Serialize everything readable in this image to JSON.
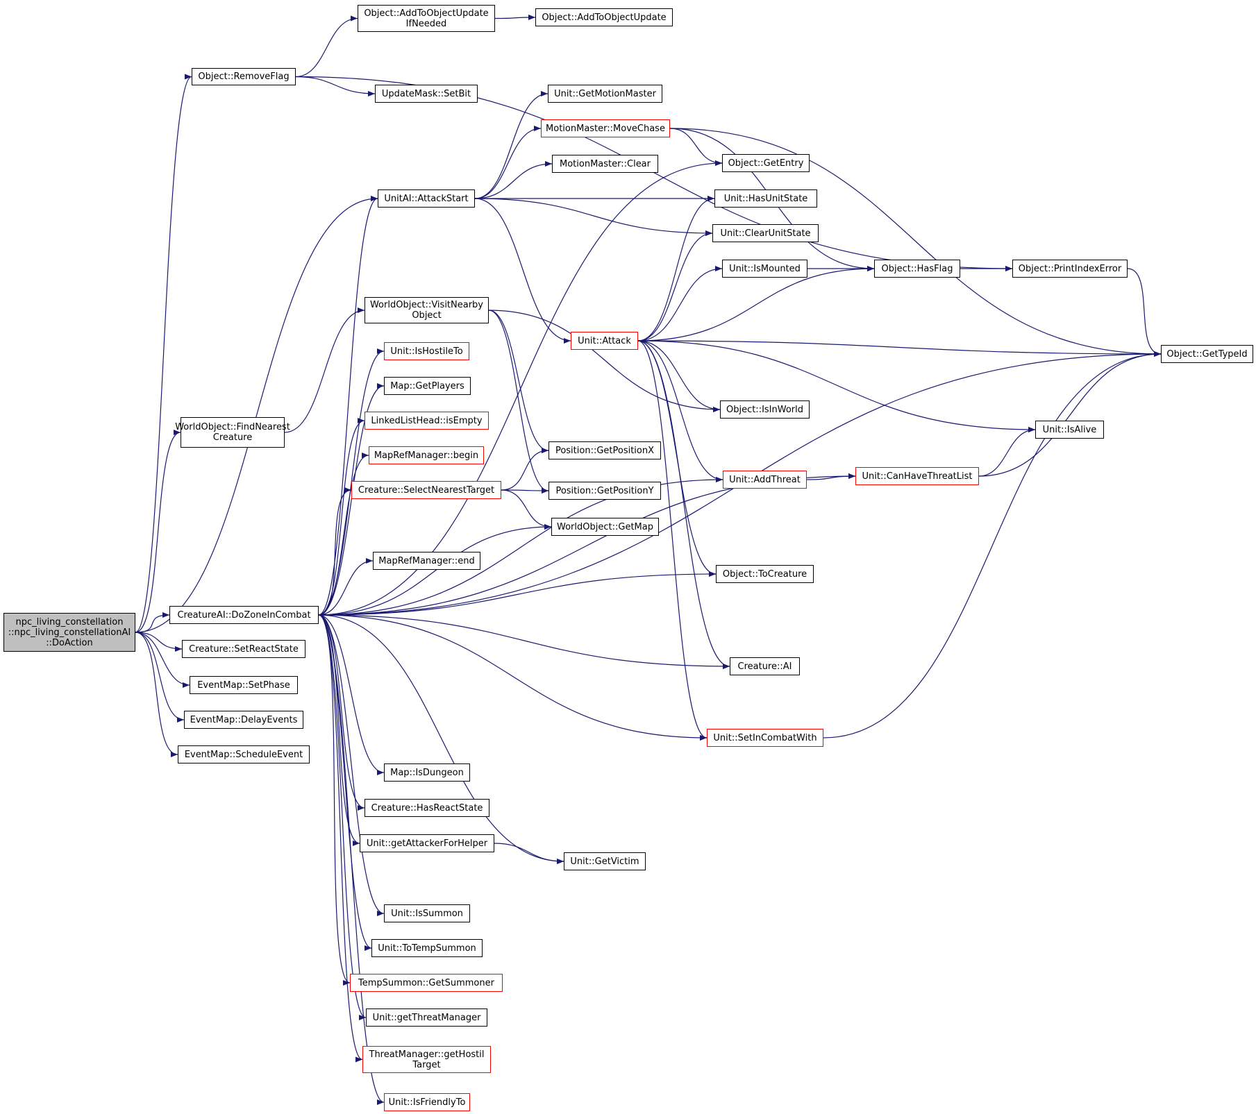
{
  "diagram": {
    "edge_color": "#191970",
    "node_border_color": "#000000",
    "truncated_border_color": "#ff0000",
    "root_fill": "#bfbfbf",
    "nodes": [
      {
        "id": "root",
        "lines": [
          "npc_living_constellation",
          "::npc_living_constellationAI",
          "::DoAction"
        ],
        "style": "root"
      },
      {
        "id": "removeflag",
        "lines": [
          "Object::RemoveFlag"
        ],
        "style": "normal"
      },
      {
        "id": "addtoupdateifneeded",
        "lines": [
          "Object::AddToObjectUpdate",
          "IfNeeded"
        ],
        "style": "normal"
      },
      {
        "id": "addtoupdate",
        "lines": [
          "Object::AddToObjectUpdate"
        ],
        "style": "normal"
      },
      {
        "id": "setbit",
        "lines": [
          "UpdateMask::SetBit"
        ],
        "style": "normal"
      },
      {
        "id": "findnearest",
        "lines": [
          "WorldObject::FindNearest",
          "Creature"
        ],
        "style": "normal"
      },
      {
        "id": "dozone",
        "lines": [
          "CreatureAI::DoZoneInCombat"
        ],
        "style": "normal"
      },
      {
        "id": "setreactstate",
        "lines": [
          "Creature::SetReactState"
        ],
        "style": "normal"
      },
      {
        "id": "setphase",
        "lines": [
          "EventMap::SetPhase"
        ],
        "style": "normal"
      },
      {
        "id": "delayevents",
        "lines": [
          "EventMap::DelayEvents"
        ],
        "style": "normal"
      },
      {
        "id": "scheduleevent",
        "lines": [
          "EventMap::ScheduleEvent"
        ],
        "style": "normal"
      },
      {
        "id": "attackstart",
        "lines": [
          "UnitAI::AttackStart"
        ],
        "style": "normal"
      },
      {
        "id": "visitnearby",
        "lines": [
          "WorldObject::VisitNearby",
          "Object"
        ],
        "style": "normal"
      },
      {
        "id": "ishostileto",
        "lines": [
          "Unit::IsHostileTo"
        ],
        "style": "truncated"
      },
      {
        "id": "getplayers",
        "lines": [
          "Map::GetPlayers"
        ],
        "style": "normal"
      },
      {
        "id": "isempty",
        "lines": [
          "LinkedListHead::isEmpty"
        ],
        "style": "truncated"
      },
      {
        "id": "begin",
        "lines": [
          "MapRefManager::begin"
        ],
        "style": "truncated"
      },
      {
        "id": "selectnearest",
        "lines": [
          "Creature::SelectNearestTarget"
        ],
        "style": "truncated"
      },
      {
        "id": "end",
        "lines": [
          "MapRefManager::end"
        ],
        "style": "normal"
      },
      {
        "id": "isdungeon",
        "lines": [
          "Map::IsDungeon"
        ],
        "style": "normal"
      },
      {
        "id": "hasreactstate",
        "lines": [
          "Creature::HasReactState"
        ],
        "style": "normal"
      },
      {
        "id": "getattacker",
        "lines": [
          "Unit::getAttackerForHelper"
        ],
        "style": "normal"
      },
      {
        "id": "issummon",
        "lines": [
          "Unit::IsSummon"
        ],
        "style": "normal"
      },
      {
        "id": "totempsummon",
        "lines": [
          "Unit::ToTempSummon"
        ],
        "style": "normal"
      },
      {
        "id": "getsummoner",
        "lines": [
          "TempSummon::GetSummoner"
        ],
        "style": "truncated"
      },
      {
        "id": "getthreatmanager",
        "lines": [
          "Unit::getThreatManager"
        ],
        "style": "normal"
      },
      {
        "id": "gethostil",
        "lines": [
          "ThreatManager::getHostil",
          "Target"
        ],
        "style": "truncated"
      },
      {
        "id": "isfriendlyto",
        "lines": [
          "Unit::IsFriendlyTo"
        ],
        "style": "truncated"
      },
      {
        "id": "getmotionmaster",
        "lines": [
          "Unit::GetMotionMaster"
        ],
        "style": "normal"
      },
      {
        "id": "movechase",
        "lines": [
          "MotionMaster::MoveChase"
        ],
        "style": "truncated"
      },
      {
        "id": "mmclear",
        "lines": [
          "MotionMaster::Clear"
        ],
        "style": "normal"
      },
      {
        "id": "attack",
        "lines": [
          "Unit::Attack"
        ],
        "style": "truncated"
      },
      {
        "id": "getpositionx",
        "lines": [
          "Position::GetPositionX"
        ],
        "style": "normal"
      },
      {
        "id": "getpositiony",
        "lines": [
          "Position::GetPositionY"
        ],
        "style": "normal"
      },
      {
        "id": "getmap",
        "lines": [
          "WorldObject::GetMap"
        ],
        "style": "normal"
      },
      {
        "id": "getvictim",
        "lines": [
          "Unit::GetVictim"
        ],
        "style": "normal"
      },
      {
        "id": "getentry",
        "lines": [
          "Object::GetEntry"
        ],
        "style": "normal"
      },
      {
        "id": "hasunitstate",
        "lines": [
          "Unit::HasUnitState"
        ],
        "style": "normal"
      },
      {
        "id": "clearunitstate",
        "lines": [
          "Unit::ClearUnitState"
        ],
        "style": "normal"
      },
      {
        "id": "ismounted",
        "lines": [
          "Unit::IsMounted"
        ],
        "style": "normal"
      },
      {
        "id": "isinworld",
        "lines": [
          "Object::IsInWorld"
        ],
        "style": "normal"
      },
      {
        "id": "addthreat",
        "lines": [
          "Unit::AddThreat"
        ],
        "style": "truncated"
      },
      {
        "id": "tocreature",
        "lines": [
          "Object::ToCreature"
        ],
        "style": "normal"
      },
      {
        "id": "creatureai",
        "lines": [
          "Creature::AI"
        ],
        "style": "normal"
      },
      {
        "id": "setincombatwith",
        "lines": [
          "Unit::SetInCombatWith"
        ],
        "style": "truncated"
      },
      {
        "id": "hasflag",
        "lines": [
          "Object::HasFlag"
        ],
        "style": "normal"
      },
      {
        "id": "canhavethreatlist",
        "lines": [
          "Unit::CanHaveThreatList"
        ],
        "style": "truncated"
      },
      {
        "id": "printindexerror",
        "lines": [
          "Object::PrintIndexError"
        ],
        "style": "normal"
      },
      {
        "id": "isalive",
        "lines": [
          "Unit::IsAlive"
        ],
        "style": "normal"
      },
      {
        "id": "gettypeid",
        "lines": [
          "Object::GetTypeId"
        ],
        "style": "normal"
      }
    ],
    "edges": [
      [
        "root",
        "removeflag"
      ],
      [
        "root",
        "attackstart"
      ],
      [
        "root",
        "findnearest"
      ],
      [
        "root",
        "dozone"
      ],
      [
        "root",
        "setreactstate"
      ],
      [
        "root",
        "setphase"
      ],
      [
        "root",
        "delayevents"
      ],
      [
        "root",
        "scheduleevent"
      ],
      [
        "removeflag",
        "addtoupdateifneeded"
      ],
      [
        "removeflag",
        "setbit"
      ],
      [
        "removeflag",
        "printindexerror"
      ],
      [
        "addtoupdateifneeded",
        "addtoupdate"
      ],
      [
        "findnearest",
        "visitnearby"
      ],
      [
        "visitnearby",
        "getpositionx"
      ],
      [
        "visitnearby",
        "getpositiony"
      ],
      [
        "visitnearby",
        "isinworld"
      ],
      [
        "dozone",
        "attackstart"
      ],
      [
        "dozone",
        "ishostileto"
      ],
      [
        "dozone",
        "getplayers"
      ],
      [
        "dozone",
        "isempty"
      ],
      [
        "dozone",
        "begin"
      ],
      [
        "dozone",
        "selectnearest"
      ],
      [
        "dozone",
        "getmap"
      ],
      [
        "dozone",
        "end"
      ],
      [
        "dozone",
        "addthreat"
      ],
      [
        "dozone",
        "tocreature"
      ],
      [
        "dozone",
        "creatureai"
      ],
      [
        "dozone",
        "canhavethreatlist"
      ],
      [
        "dozone",
        "setincombatwith"
      ],
      [
        "dozone",
        "isdungeon"
      ],
      [
        "dozone",
        "hasreactstate"
      ],
      [
        "dozone",
        "getattacker"
      ],
      [
        "dozone",
        "getvictim"
      ],
      [
        "dozone",
        "issummon"
      ],
      [
        "dozone",
        "totempsummon"
      ],
      [
        "dozone",
        "getsummoner"
      ],
      [
        "dozone",
        "getthreatmanager"
      ],
      [
        "dozone",
        "gethostil"
      ],
      [
        "dozone",
        "isfriendlyto"
      ],
      [
        "dozone",
        "getentry"
      ],
      [
        "dozone",
        "gettypeid"
      ],
      [
        "selectnearest",
        "getpositionx"
      ],
      [
        "selectnearest",
        "getpositiony"
      ],
      [
        "selectnearest",
        "getmap"
      ],
      [
        "getattacker",
        "getvictim"
      ],
      [
        "attackstart",
        "getmotionmaster"
      ],
      [
        "attackstart",
        "movechase"
      ],
      [
        "attackstart",
        "mmclear"
      ],
      [
        "attackstart",
        "hasunitstate"
      ],
      [
        "attackstart",
        "clearunitstate"
      ],
      [
        "attackstart",
        "attack"
      ],
      [
        "movechase",
        "getentry"
      ],
      [
        "movechase",
        "hasflag"
      ],
      [
        "movechase",
        "gettypeid"
      ],
      [
        "attack",
        "hasunitstate"
      ],
      [
        "attack",
        "clearunitstate"
      ],
      [
        "attack",
        "ismounted"
      ],
      [
        "attack",
        "hasflag"
      ],
      [
        "attack",
        "gettypeid"
      ],
      [
        "attack",
        "isinworld"
      ],
      [
        "attack",
        "isalive"
      ],
      [
        "attack",
        "addthreat"
      ],
      [
        "attack",
        "tocreature"
      ],
      [
        "attack",
        "creatureai"
      ],
      [
        "attack",
        "setincombatwith"
      ],
      [
        "ismounted",
        "hasflag"
      ],
      [
        "hasflag",
        "printindexerror"
      ],
      [
        "printindexerror",
        "gettypeid"
      ],
      [
        "addthreat",
        "canhavethreatlist"
      ],
      [
        "canhavethreatlist",
        "isalive"
      ],
      [
        "canhavethreatlist",
        "gettypeid"
      ],
      [
        "setincombatwith",
        "gettypeid"
      ]
    ]
  }
}
